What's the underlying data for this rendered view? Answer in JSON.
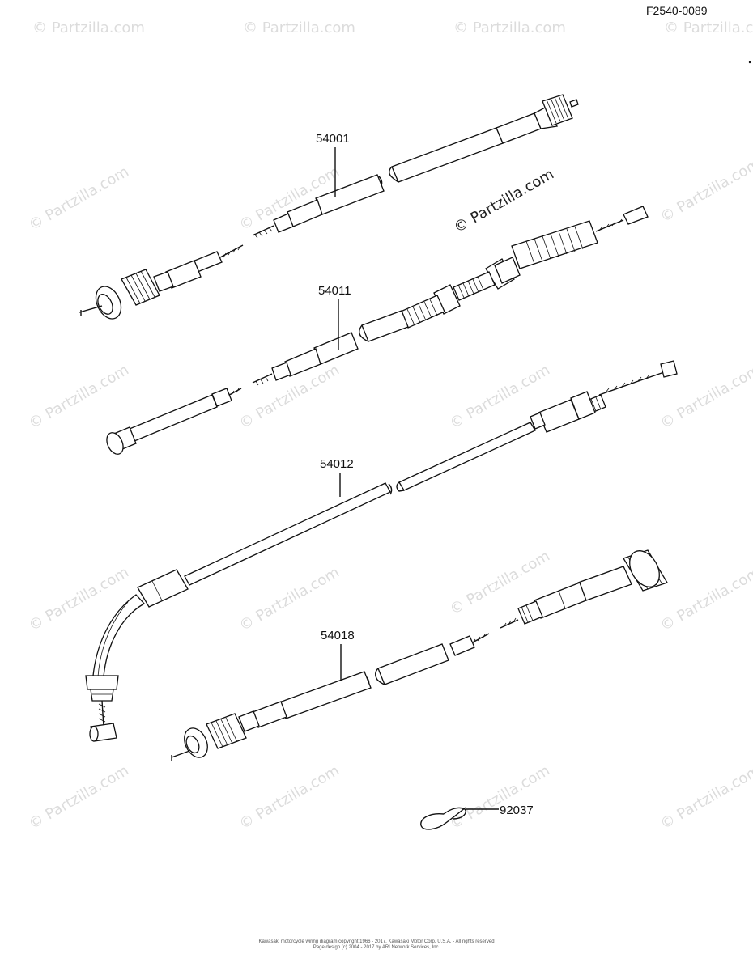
{
  "figure": {
    "ref": "F2540-0089"
  },
  "watermark": {
    "text": "© Partzilla.com"
  },
  "parts": [
    {
      "label": "54001"
    },
    {
      "label": "54011"
    },
    {
      "label": "54012"
    },
    {
      "label": "54018"
    },
    {
      "label": "92037"
    }
  ],
  "footer": {
    "line1": "Kawasaki motorcycle wiring diagram copyright 1966 - 2017, Kawasaki Motor Corp, U.S.A. - All rights reserved",
    "line2": "Page design (c) 2004 - 2017 by ARI Network Services, Inc."
  }
}
